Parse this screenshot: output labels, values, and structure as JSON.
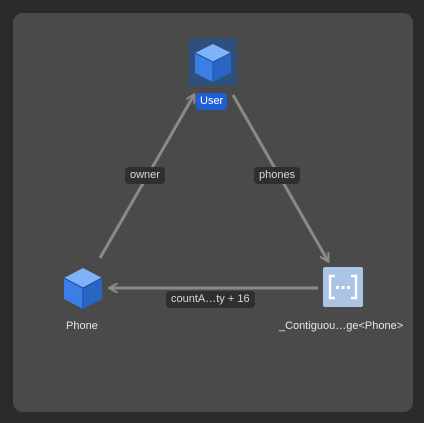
{
  "nodes": {
    "user": {
      "label": "User",
      "icon": "cube-icon",
      "selected": true
    },
    "phone": {
      "label": "Phone",
      "icon": "cube-icon",
      "selected": false
    },
    "contiguous": {
      "label": "_Contiguou…ge<Phone>",
      "icon": "array-brackets-icon",
      "selected": false
    }
  },
  "edges": {
    "owner": {
      "label": "owner",
      "from": "Phone",
      "to": "User"
    },
    "phones": {
      "label": "phones",
      "from": "User",
      "to": "_Contiguou…ge<Phone>"
    },
    "count": {
      "label": "countA…ty + 16",
      "from": "_Contiguou…ge<Phone>",
      "to": "Phone"
    }
  },
  "colors": {
    "canvas_bg": "#4a4a4a",
    "window_bg": "#2b2b2b",
    "selection": "#1f5fd6",
    "cube_face": "#4a8ff0",
    "edge": "#8a8a8a"
  }
}
